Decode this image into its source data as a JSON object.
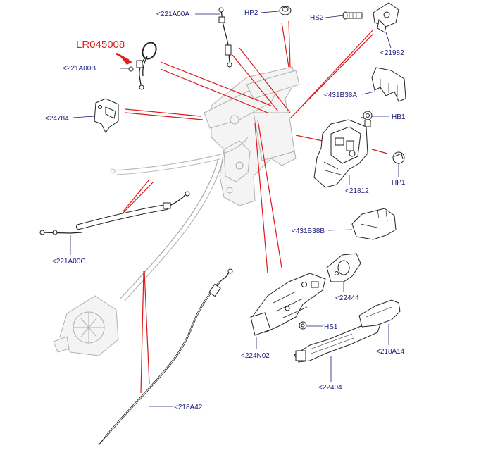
{
  "diagram": {
    "highlight_part": "LR045008",
    "labels": {
      "l_221A00A": "<221A00A",
      "l_HP2": "HP2",
      "l_HS2": "HS2",
      "l_21982": "<21982",
      "l_221A00B": "<221A00B",
      "l_431B38A": "<431B38A",
      "l_24784": "<24784",
      "l_HB1": "HB1",
      "l_21812": "<21812",
      "l_HP1": "HP1",
      "l_431B38B": "<431B38B",
      "l_221A00C": "<221A00C",
      "l_22444": "<22444",
      "l_HS1": "HS1",
      "l_224N02": "<224N02",
      "l_218A14": "<218A14",
      "l_22404": "<22404",
      "l_218A42": "<218A42"
    },
    "colors": {
      "highlight": "#e02020",
      "callout_text": "#1a1a7a",
      "indicator_lines": "#e01818"
    }
  }
}
